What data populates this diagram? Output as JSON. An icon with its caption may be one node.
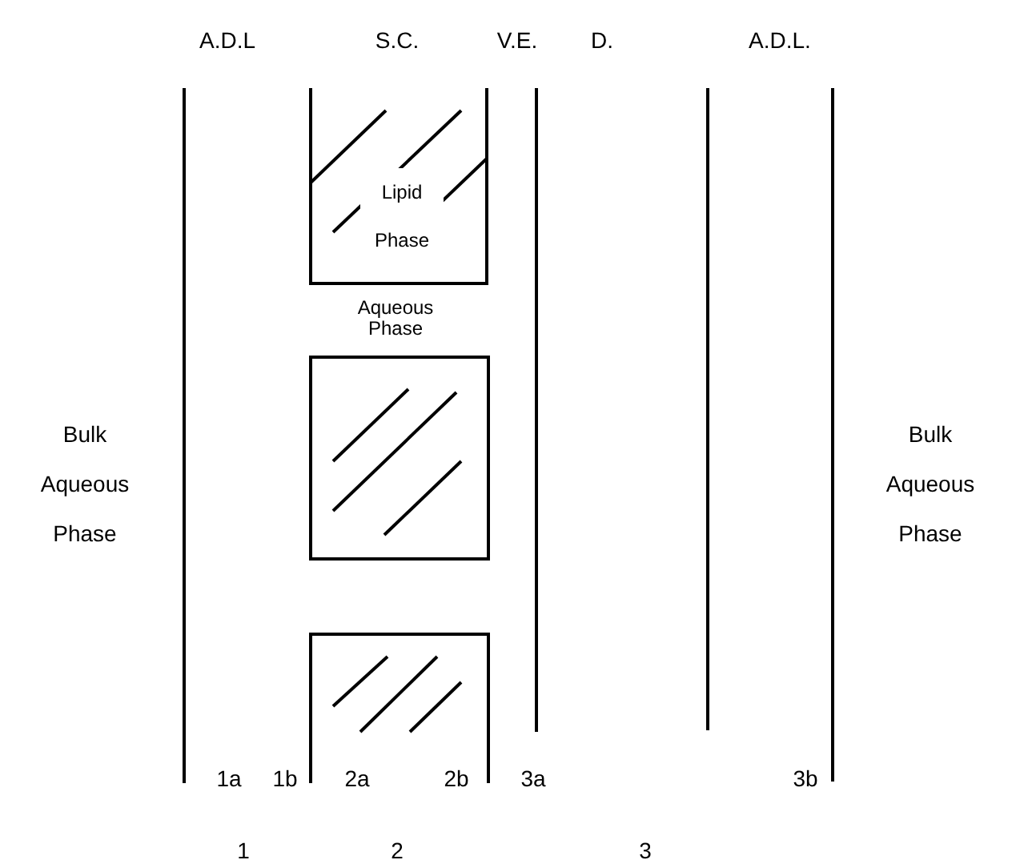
{
  "diagram": {
    "nodes": [
      {
        "text": [
          "Lipid Phase"
        ]
      },
      {
        "text": [],
        "shape": "box"
      },
      {
        "text": [],
        "shape": "box"
      }
    ],
    "labels": [
      "A.D.L",
      "S.C.",
      "V.E.",
      "D.",
      "A.D.L.",
      "Aqueous Phase",
      "Bulk Aqueous Phase",
      "Bulk Aqueous Phase",
      "1a",
      "1b",
      "2a",
      "2b",
      "3a",
      "3b",
      "1",
      "2",
      "3"
    ]
  }
}
